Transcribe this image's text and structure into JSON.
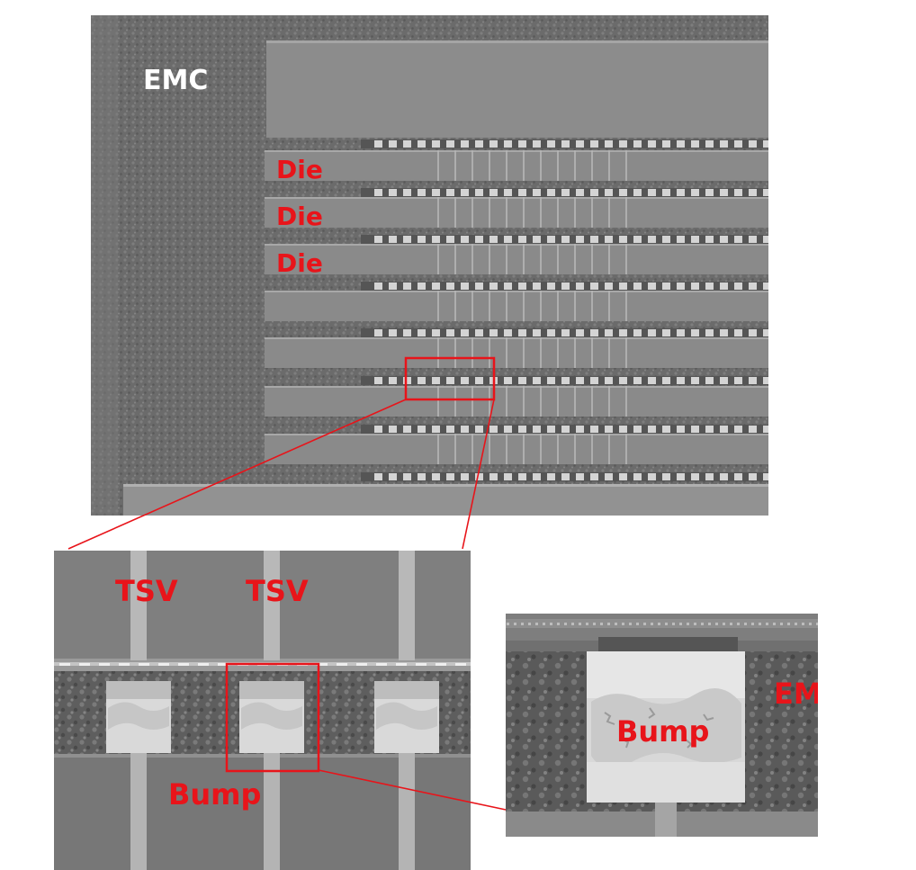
{
  "labels": {
    "emc_main": "EMC",
    "die_1": "Die",
    "die_2": "Die",
    "die_3": "Die",
    "tsv_left": "TSV",
    "tsv_right": "TSV",
    "bump_zoom": "Bump",
    "bump_detail": "Bump",
    "emc_detail": "EMC"
  },
  "colors": {
    "annotation_red": "#e8141a",
    "emc_white_label": "#ffffff",
    "die_gray": "#8a8a8a",
    "emc_gray": "#6e6e6e",
    "bump_white": "#d9d9d9"
  }
}
